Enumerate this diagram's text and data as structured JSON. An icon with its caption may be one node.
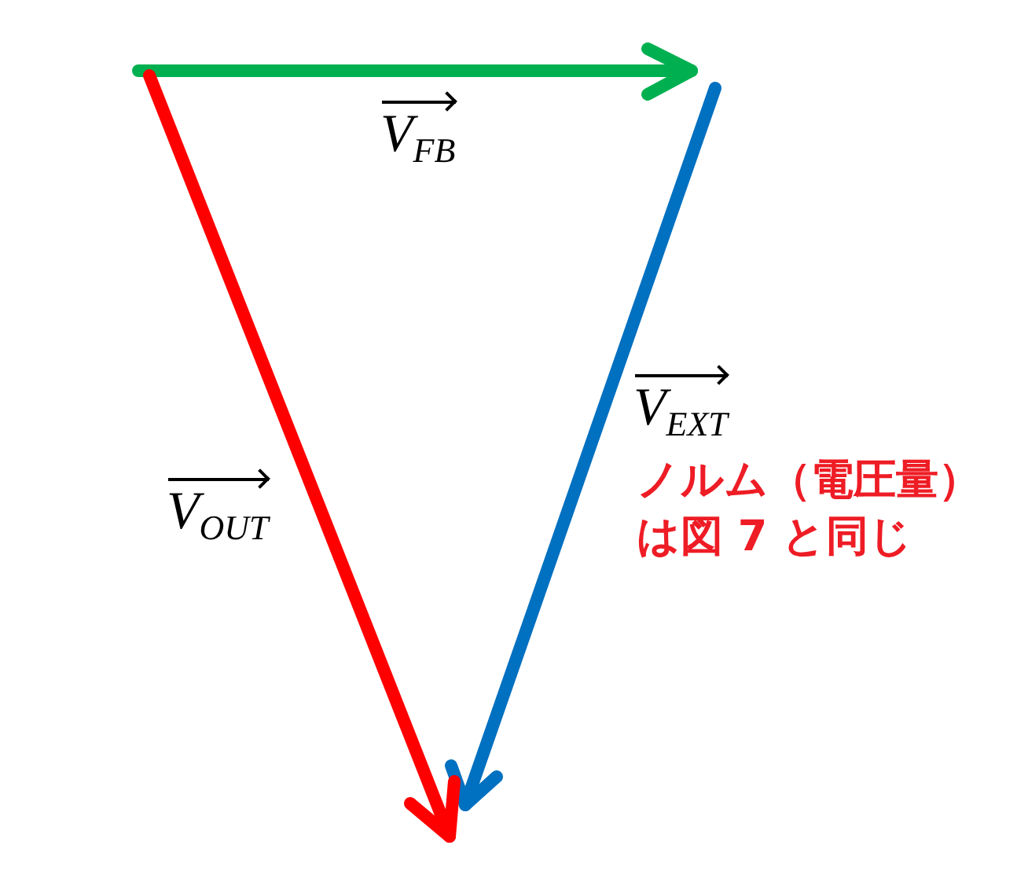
{
  "diagram": {
    "labels": [
      "V$_{FB}$",
      "V$_{EXT}$",
      "V$_{OUT}$",
      "ノルム（電圧量）は図 7 と同じ"
    ]
  }
}
